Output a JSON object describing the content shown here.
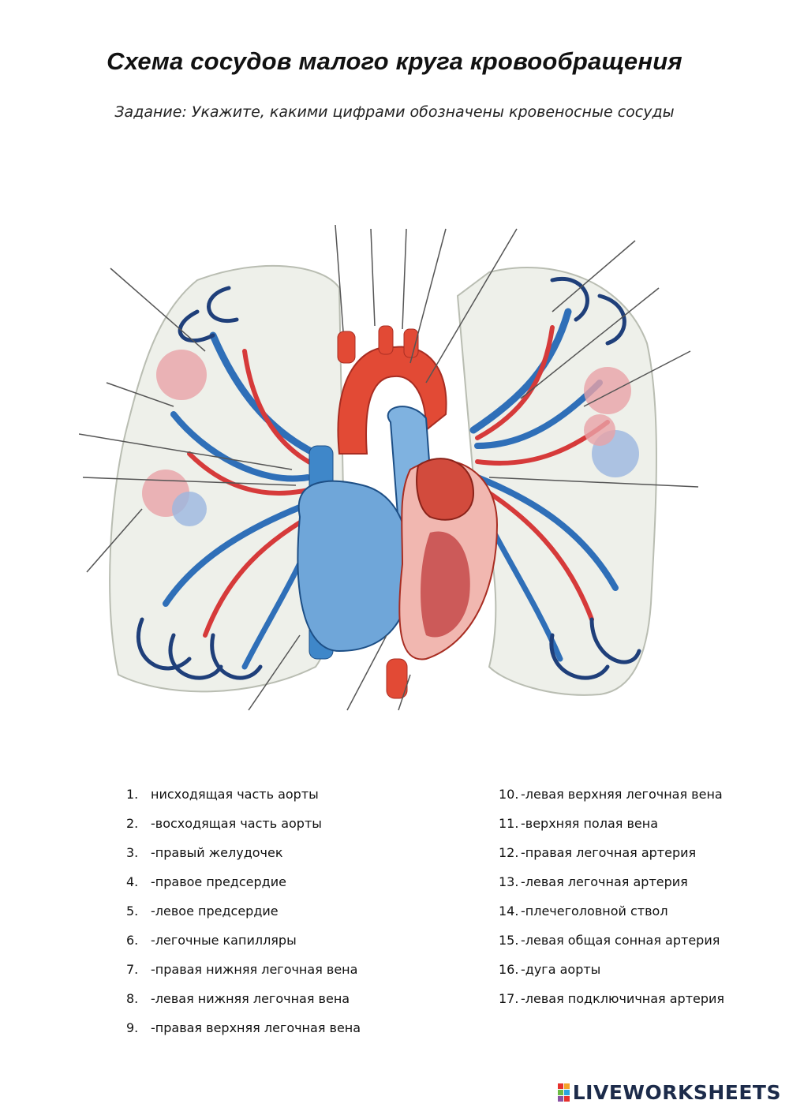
{
  "header": {
    "title": "Схема сосудов малого круга кровообращения",
    "subtitle": "Задание: Укажите, какими цифрами обозначены кровеносные сосуды"
  },
  "diagram": {
    "colors": {
      "artery": "#d63a3a",
      "vein": "#2f6fb8",
      "lung": "#eef0ea",
      "heart_red": "#e24a35",
      "heart_blue": "#6fa6d9"
    }
  },
  "legend": {
    "left": [
      {
        "num": "1.",
        "text": "нисходящая часть аорты"
      },
      {
        "num": "2.",
        "text": "-восходящая часть аорты"
      },
      {
        "num": "3.",
        "text": "-правый желудочек"
      },
      {
        "num": "4.",
        "text": "-правое предсердие"
      },
      {
        "num": "5.",
        "text": "-левое предсердие"
      },
      {
        "num": "6.",
        "text": "-легочные капилляры"
      },
      {
        "num": "7.",
        "text": "-правая нижняя легочная вена"
      },
      {
        "num": "8.",
        "text": "-левая нижняя легочная вена"
      },
      {
        "num": "9.",
        "text": "-правая верхняя легочная вена"
      }
    ],
    "right": [
      {
        "num": "10.",
        "text": "-левая верхняя легочная вена"
      },
      {
        "num": "11.",
        "text": "-верхняя полая вена"
      },
      {
        "num": "12.",
        "text": "-правая легочная артерия"
      },
      {
        "num": "13.",
        "text": "-левая легочная артерия"
      },
      {
        "num": "14.",
        "text": "-плечеголовной ствол"
      },
      {
        "num": "15.",
        "text": "-левая общая сонная артерия"
      },
      {
        "num": "16.",
        "text": "-дуга аорты"
      },
      {
        "num": "17.",
        "text": "-левая подключичная артерия"
      }
    ]
  },
  "footer": {
    "brand": "LIVEWORKSHEETS"
  }
}
